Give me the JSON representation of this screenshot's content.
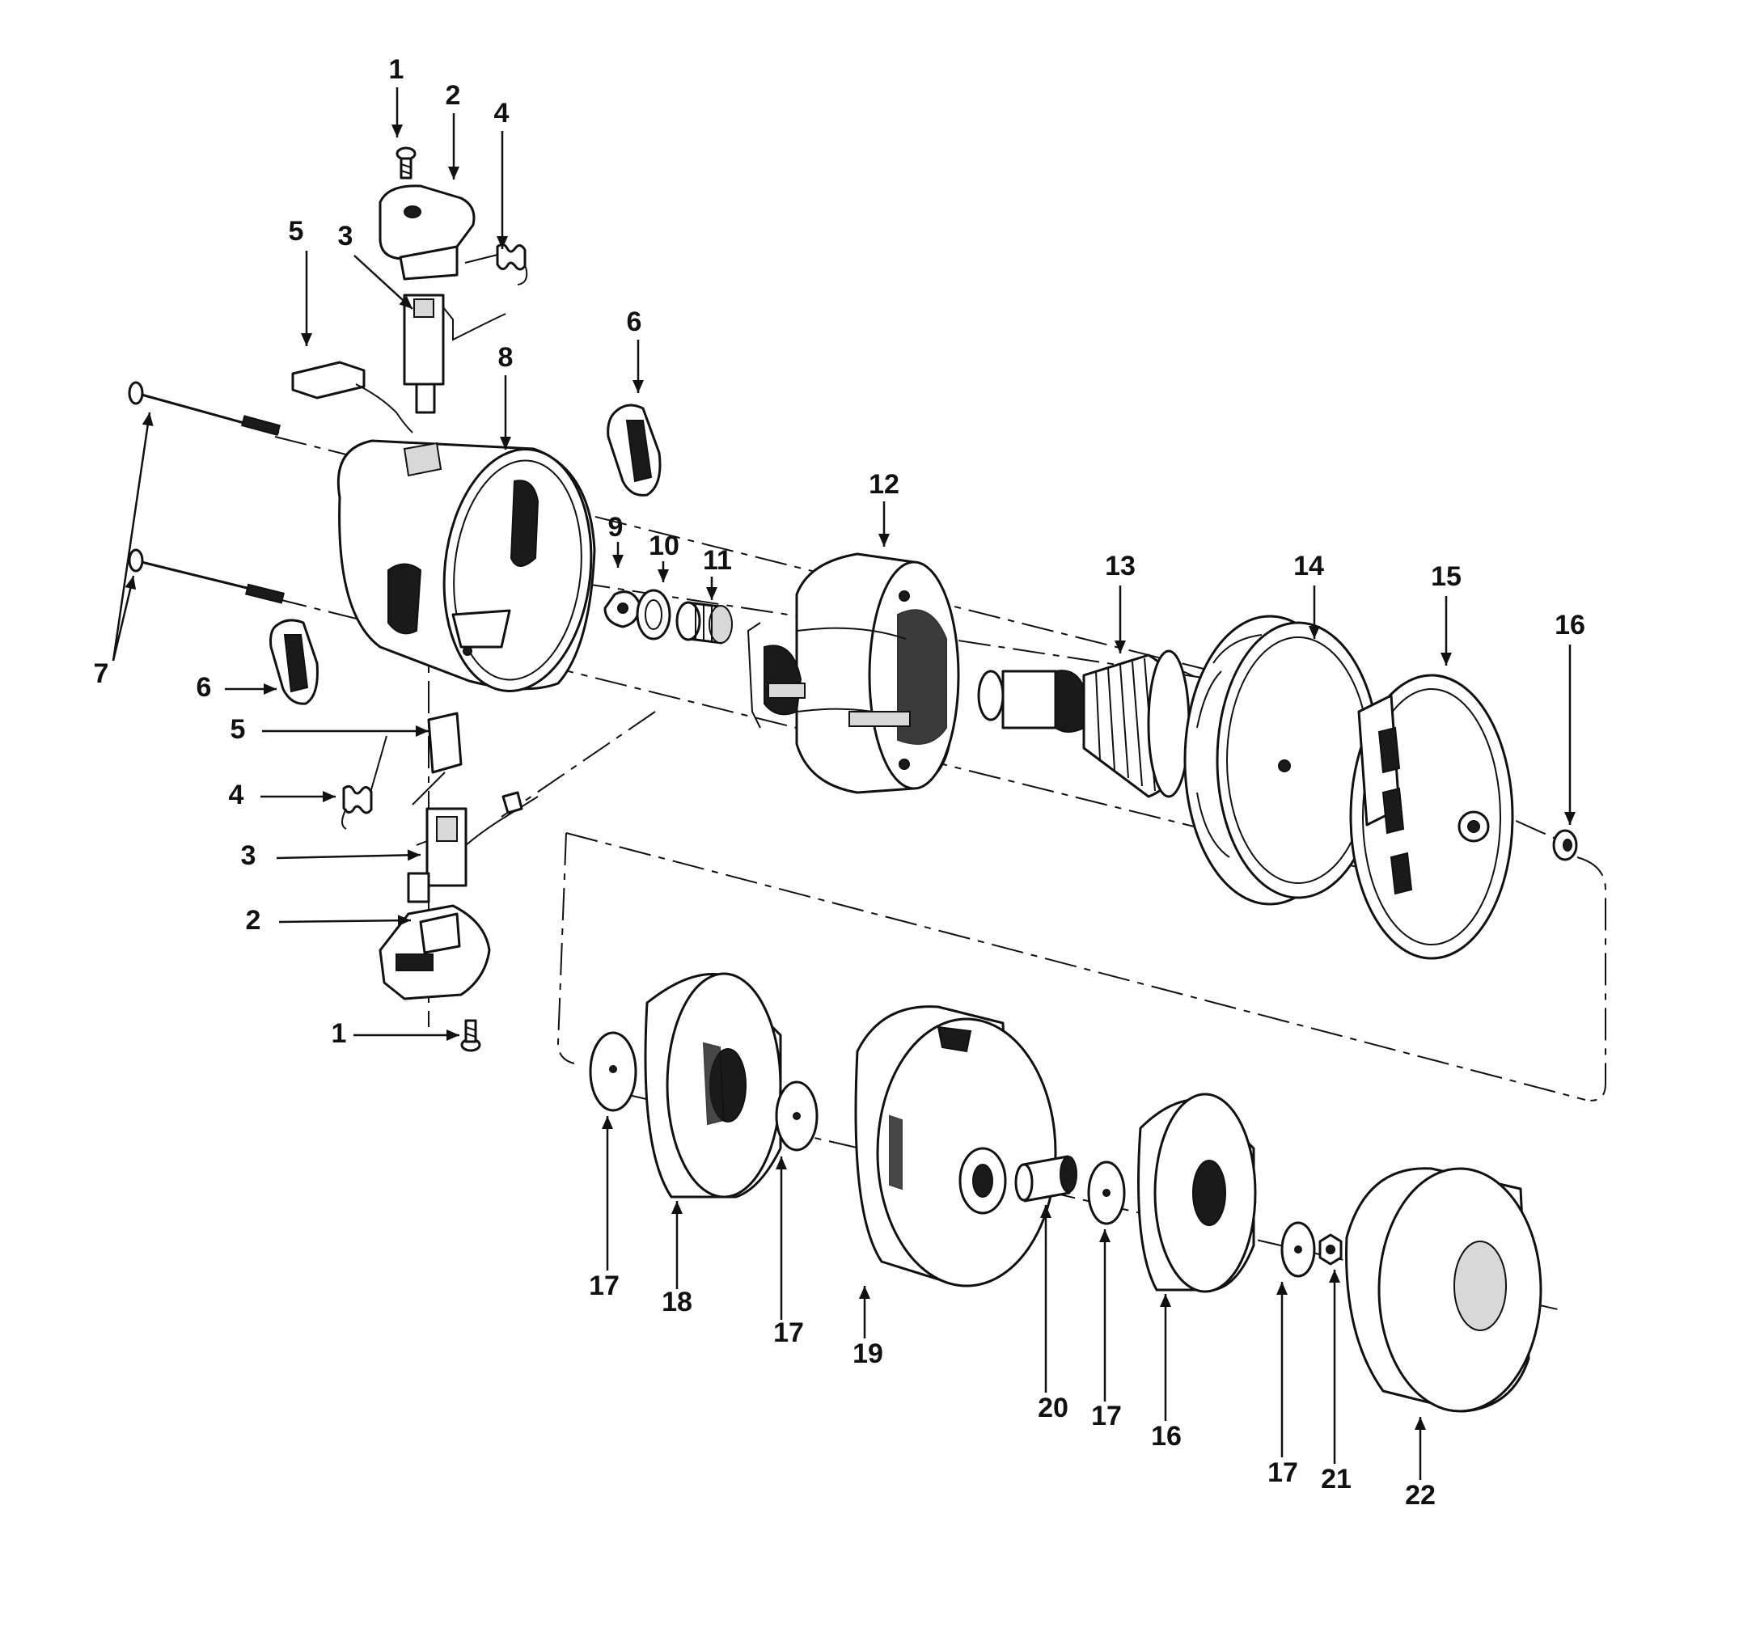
{
  "diagram": {
    "type": "exploded parts diagram",
    "callouts": [
      {
        "id": "c1a",
        "label": "1"
      },
      {
        "id": "c2a",
        "label": "2"
      },
      {
        "id": "c4a",
        "label": "4"
      },
      {
        "id": "c5a",
        "label": "5"
      },
      {
        "id": "c3a",
        "label": "3"
      },
      {
        "id": "c8",
        "label": "8"
      },
      {
        "id": "c6a",
        "label": "6"
      },
      {
        "id": "c7",
        "label": "7"
      },
      {
        "id": "c6b",
        "label": "6"
      },
      {
        "id": "c5b",
        "label": "5"
      },
      {
        "id": "c4b",
        "label": "4"
      },
      {
        "id": "c3b",
        "label": "3"
      },
      {
        "id": "c2b",
        "label": "2"
      },
      {
        "id": "c1b",
        "label": "1"
      },
      {
        "id": "c9",
        "label": "9"
      },
      {
        "id": "c10",
        "label": "10"
      },
      {
        "id": "c11",
        "label": "11"
      },
      {
        "id": "c12",
        "label": "12"
      },
      {
        "id": "c13",
        "label": "13"
      },
      {
        "id": "c14",
        "label": "14"
      },
      {
        "id": "c15",
        "label": "15"
      },
      {
        "id": "c16a",
        "label": "16"
      },
      {
        "id": "c17a",
        "label": "17"
      },
      {
        "id": "c18",
        "label": "18"
      },
      {
        "id": "c17b",
        "label": "17"
      },
      {
        "id": "c19",
        "label": "19"
      },
      {
        "id": "c20",
        "label": "20"
      },
      {
        "id": "c17c",
        "label": "17"
      },
      {
        "id": "c16b",
        "label": "16"
      },
      {
        "id": "c17d",
        "label": "17"
      },
      {
        "id": "c21",
        "label": "21"
      },
      {
        "id": "c22",
        "label": "22"
      }
    ]
  }
}
